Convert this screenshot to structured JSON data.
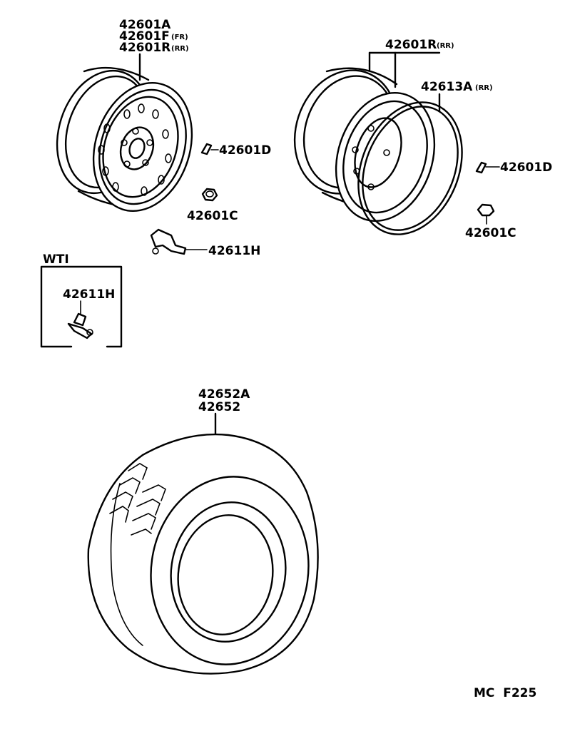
{
  "labels": {
    "wheel_front_a": "42601A",
    "wheel_front_f": "42601F",
    "wheel_front_f_note": "(FR)",
    "wheel_front_r": "42601R",
    "wheel_front_r_note": "(RR)",
    "wheel_rear": "42601R",
    "wheel_rear_note": "(RR)",
    "rim_ring": "42613A",
    "rim_ring_note": "(RR)",
    "ornament_left": "42601D",
    "ornament_right": "42601D",
    "nut_left": "42601C",
    "nut_right": "42601C",
    "weight_main": "42611H",
    "wti_title": "WTI",
    "weight_wti": "42611H",
    "tire_a": "42652A",
    "tire": "42652",
    "footer": "MC  F225"
  },
  "colors": {
    "ink": "#000000",
    "paper": "#ffffff"
  }
}
